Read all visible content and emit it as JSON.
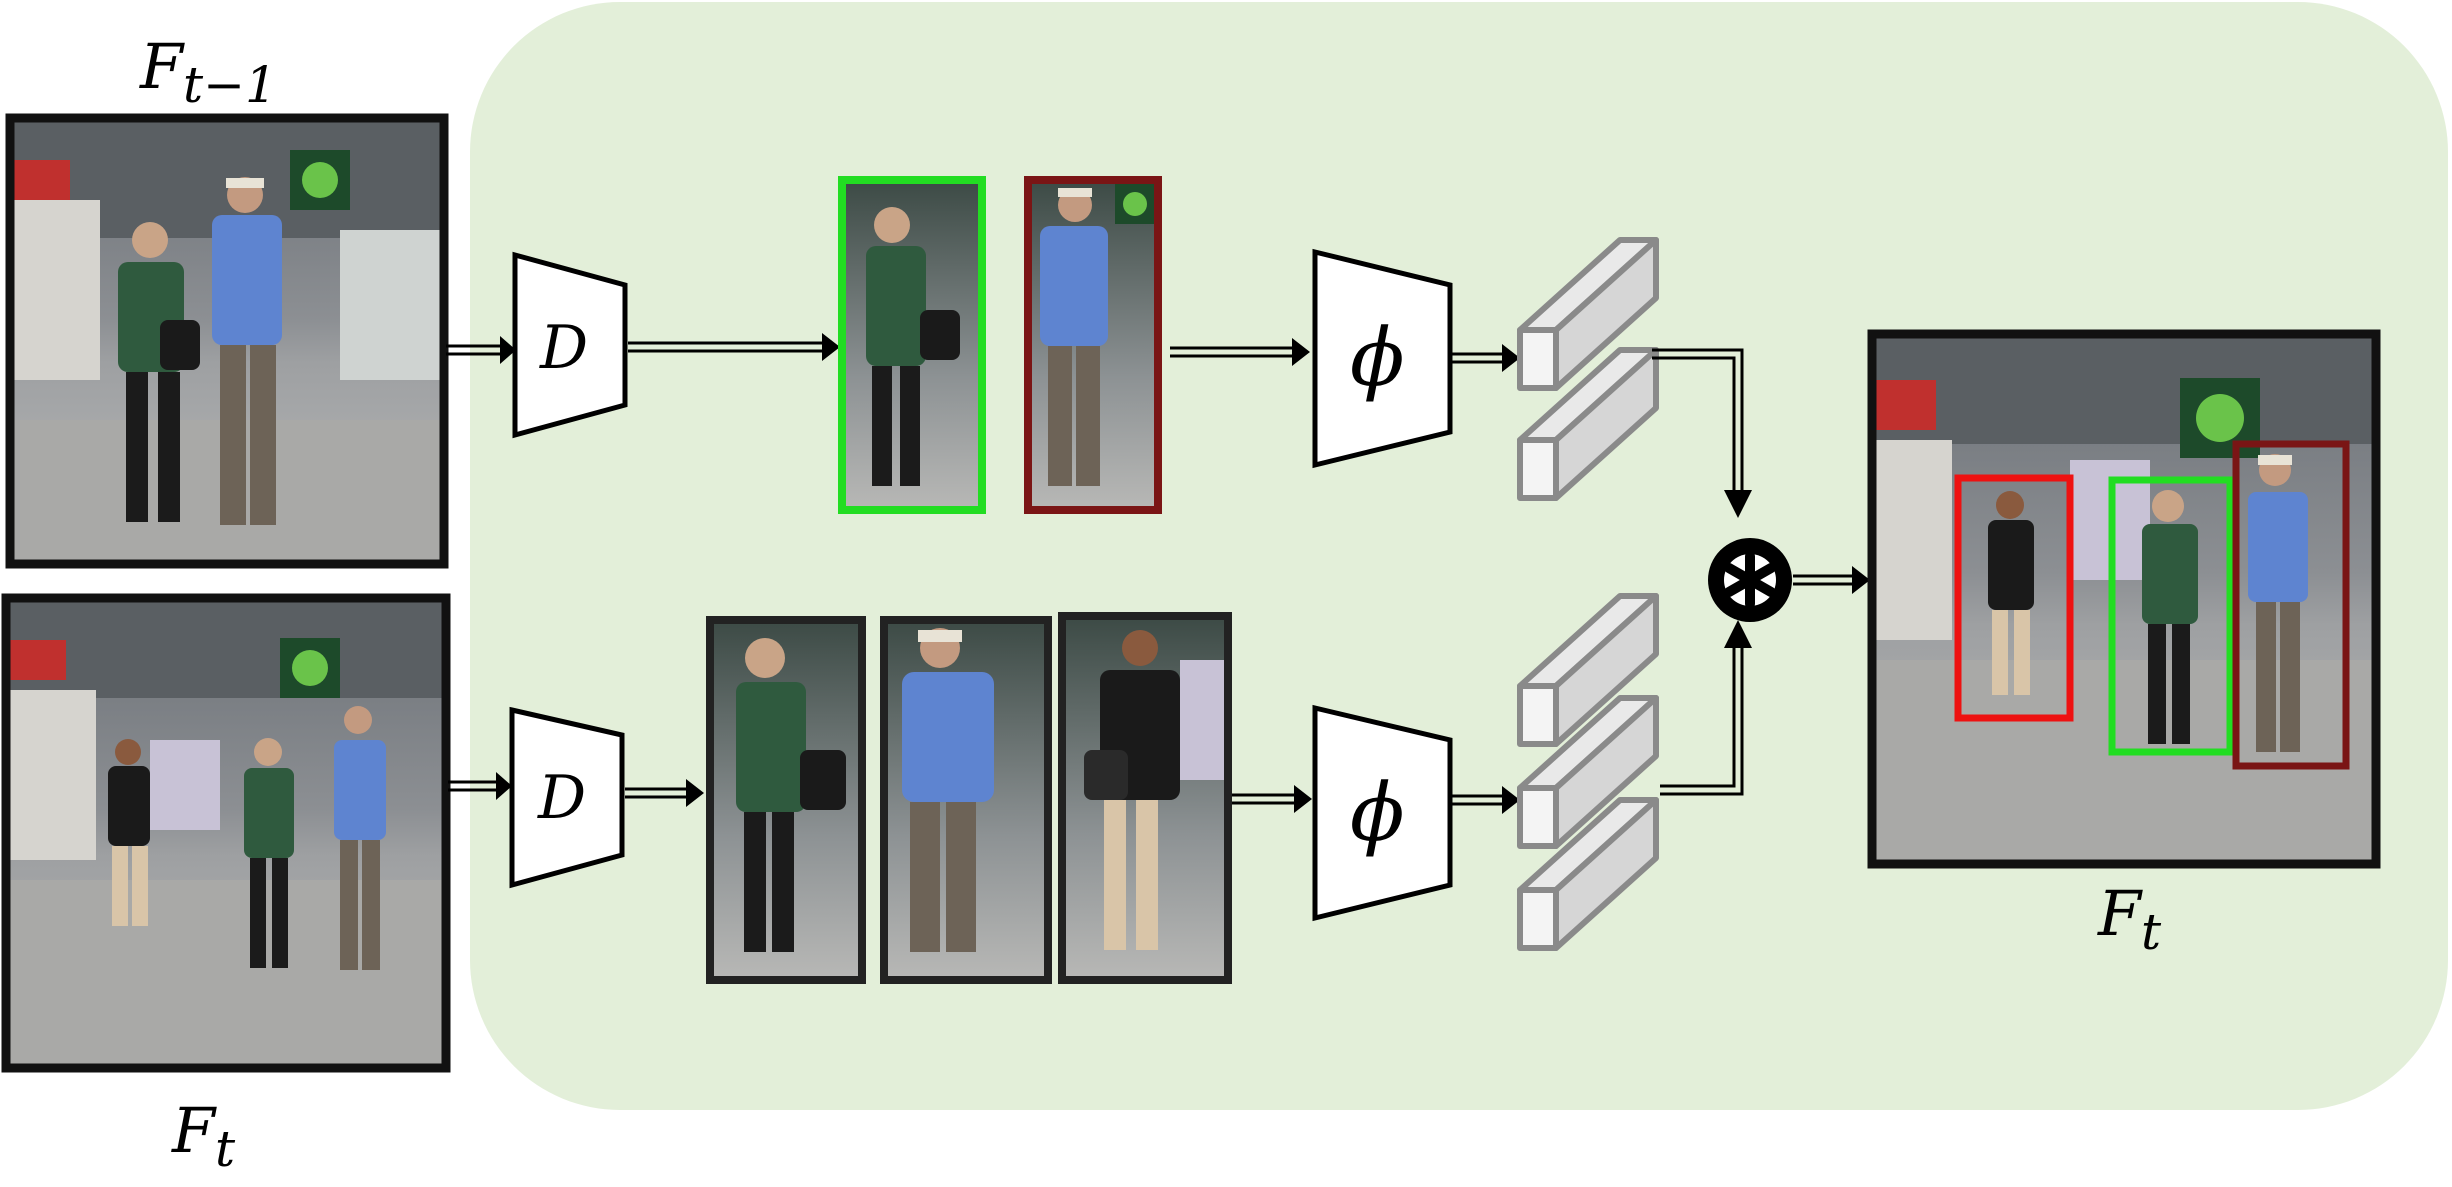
{
  "labels": {
    "frame_prev": {
      "main": "F",
      "sub": "t−1"
    },
    "frame_curr": {
      "main": "F",
      "sub": "t"
    },
    "frame_out": {
      "main": "F",
      "sub": "t"
    },
    "detector_top": "D",
    "detector_bottom": "D",
    "embed_top": "ϕ",
    "embed_bottom": "ϕ",
    "combine_symbol": "⊛"
  },
  "colors": {
    "panel_background": "#e3efd9",
    "frame_border": "#111111",
    "crop_green": "#22dd22",
    "crop_darkred": "#7a1515",
    "crop_red": "#ee1111",
    "crop_black": "#222222",
    "feature_stroke": "#8a8a8a",
    "feature_fill": "#f4f4f4",
    "arrow": "#000000"
  },
  "counts": {
    "previous_frame_detections": 2,
    "current_frame_detections": 3
  }
}
